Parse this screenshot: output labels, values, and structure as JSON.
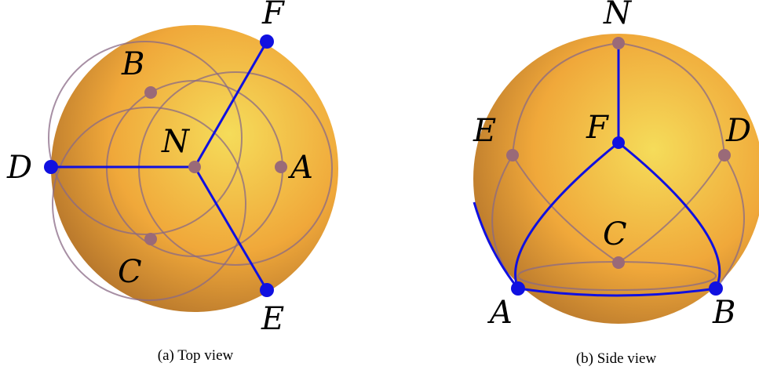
{
  "figure": {
    "top_view": {
      "caption": "(a) Top view",
      "labels": {
        "N": "N",
        "F": "F",
        "B": "B",
        "D": "D",
        "A": "A",
        "C": "C",
        "E": "E"
      }
    },
    "side_view": {
      "caption": "(b) Side view",
      "labels": {
        "N": "N",
        "E": "E",
        "F": "F",
        "D": "D",
        "C": "C",
        "A": "A",
        "B": "B"
      }
    }
  },
  "colors": {
    "sphere_light": "#f5dc5a",
    "sphere_mid": "#f0a83a",
    "sphere_dark": "#a86a28",
    "arc": "#8a6a86",
    "edge": "#1010e0",
    "marked_point": "#1010e0",
    "hidden_point": "#9a6a78"
  }
}
